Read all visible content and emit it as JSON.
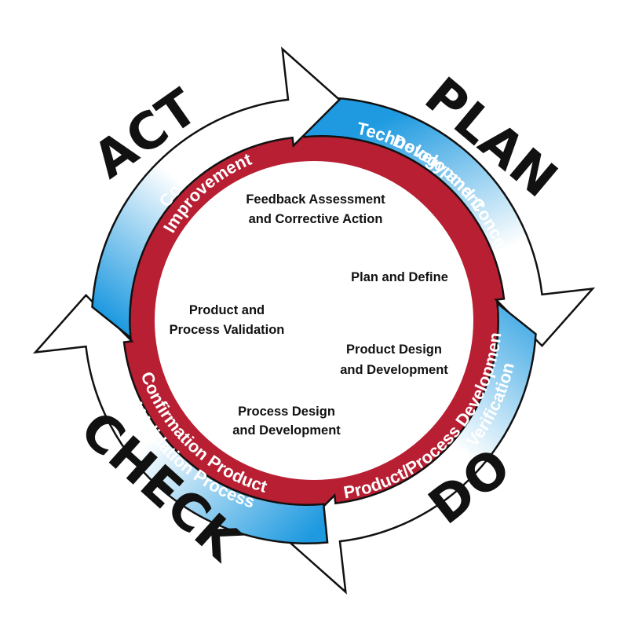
{
  "colors": {
    "ring_red": "#b81f32",
    "arrow_blue": "#1f9ae0",
    "arrow_outline": "#111111",
    "text_dark": "#111111",
    "text_light": "#ffffff"
  },
  "phases": {
    "act": "ACT",
    "plan": "PLAN",
    "do": "DO",
    "check": "CHECK"
  },
  "ring_labels": {
    "continual_1": "Continual",
    "continual_2": "Improvement",
    "tech_1": "Technology and Concept",
    "tech_2": "Development",
    "product_1": "Product/Process Development",
    "product_2": "and Prototype Verification",
    "confirm_1": "Confirmation Product",
    "confirm_2": "and Validation Process"
  },
  "steps": {
    "feedback_1": "Feedback Assessment",
    "feedback_2": "and Corrective Action",
    "plan_define": "Plan and Define",
    "product_design_1": "Product Design",
    "product_design_2": "and Development",
    "process_design_1": "Process Design",
    "process_design_2": "and Development",
    "validation_1": "Product and",
    "validation_2": "Process Validation"
  }
}
